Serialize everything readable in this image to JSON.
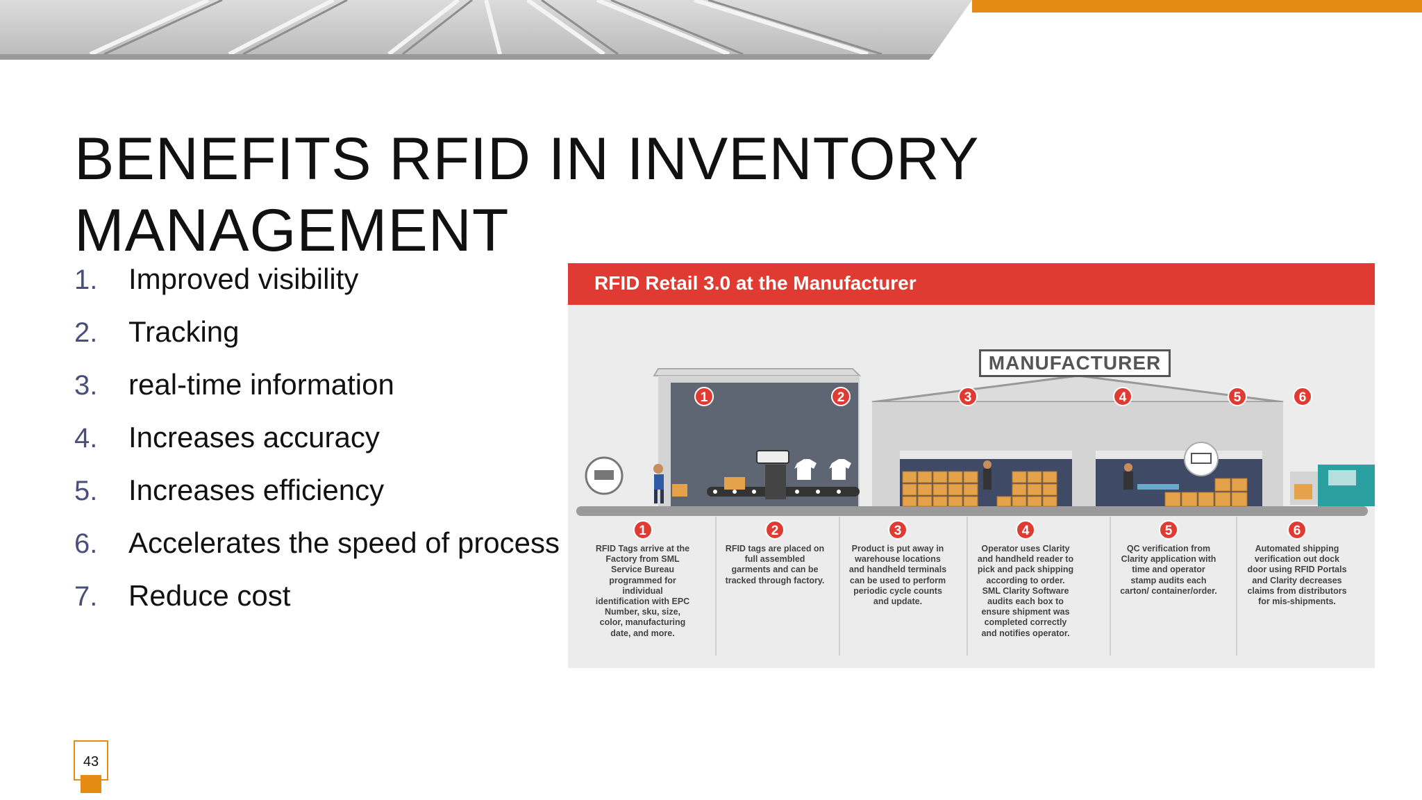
{
  "slide": {
    "title": "BENEFITS RFID IN INVENTORY MANAGEMENT",
    "page_number": "43",
    "accent_color": "#e38b13"
  },
  "benefits": [
    {
      "num": "1.",
      "text": "Improved visibility"
    },
    {
      "num": "2.",
      "text": "Tracking"
    },
    {
      "num": "3.",
      "text": "real-time information"
    },
    {
      "num": "4.",
      "text": "Increases accuracy"
    },
    {
      "num": "5.",
      "text": "Increases efficiency"
    },
    {
      "num": "6.",
      "text": "Accelerates the speed of process"
    },
    {
      "num": "7.",
      "text": "Reduce cost"
    }
  ],
  "infographic": {
    "header": "RFID Retail 3.0 at the Manufacturer",
    "header_color": "#e03b33",
    "building_label": "MANUFACTURER",
    "steps": [
      {
        "num": "1",
        "text": "RFID Tags arrive at the Factory from SML Service Bureau programmed for individual identification with EPC Number, sku, size, color, manufacturing date, and more."
      },
      {
        "num": "2",
        "text": "RFID tags are placed on full assembled garments and can be tracked through factory."
      },
      {
        "num": "3",
        "text": "Product is put away in warehouse locations and handheld terminals can be used to perform periodic cycle counts and update."
      },
      {
        "num": "4",
        "text": "Operator uses Clarity and handheld reader to pick and pack shipping according to order. SML Clarity Software audits each box to ensure shipment was completed correctly and notifies operator."
      },
      {
        "num": "5",
        "text": "QC verification from Clarity application with time and operator stamp audits each carton/ container/order."
      },
      {
        "num": "6",
        "text": "Automated shipping verification out dock door using RFID Portals and Clarity decreases claims from distributors for mis-shipments."
      }
    ]
  }
}
